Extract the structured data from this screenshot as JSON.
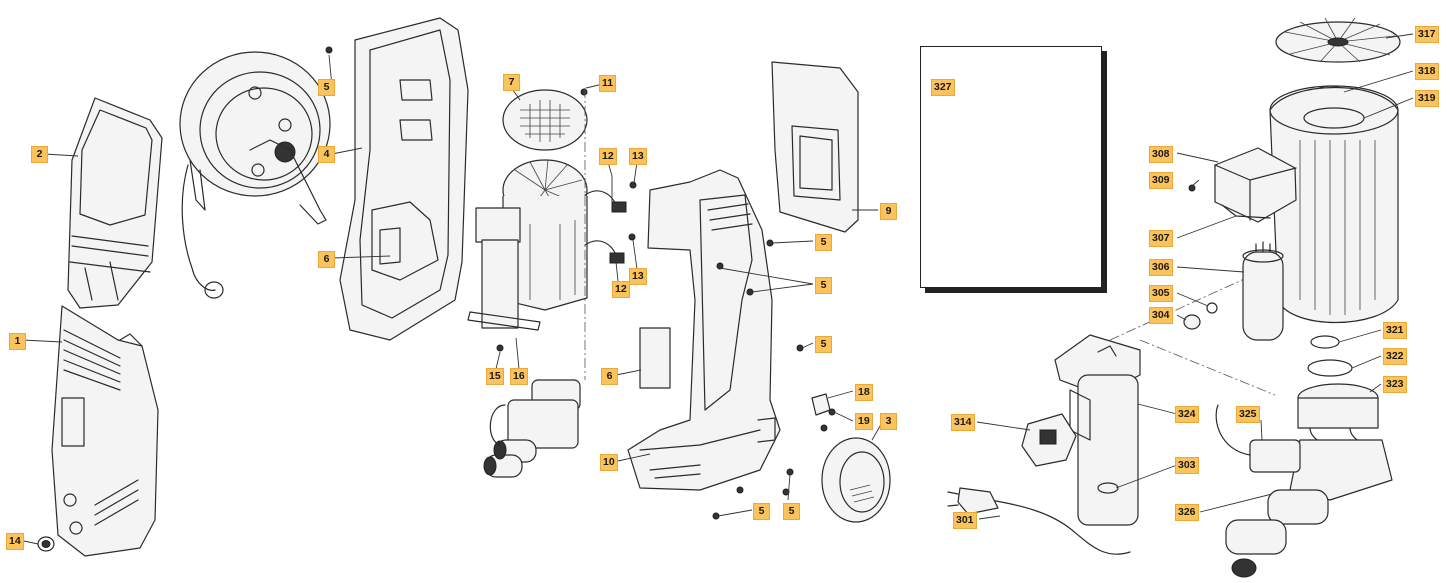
{
  "diagram": {
    "type": "exploded-parts-diagram",
    "callouts": {
      "c1": "1",
      "c2": "2",
      "c3": "3",
      "c4": "4",
      "c5a": "5",
      "c5b": "5",
      "c5c": "5",
      "c5d": "5",
      "c5e": "5",
      "c5f": "5",
      "c6a": "6",
      "c6b": "6",
      "c7": "7",
      "c9": "9",
      "c10": "10",
      "c11": "11",
      "c12a": "12",
      "c12b": "12",
      "c13a": "13",
      "c13b": "13",
      "c14": "14",
      "c15": "15",
      "c16": "16",
      "c18": "18",
      "c19": "19",
      "c301": "301",
      "c303": "303",
      "c304": "304",
      "c305": "305",
      "c306": "306",
      "c307": "307",
      "c308": "308",
      "c309": "309",
      "c314": "314",
      "c317": "317",
      "c318": "318",
      "c319": "319",
      "c321": "321",
      "c322": "322",
      "c323": "323",
      "c324": "324",
      "c325": "325",
      "c326": "326",
      "c327": "327"
    },
    "colors": {
      "callout_fill": "#fcc35c",
      "line": "#2b2b2b"
    }
  }
}
